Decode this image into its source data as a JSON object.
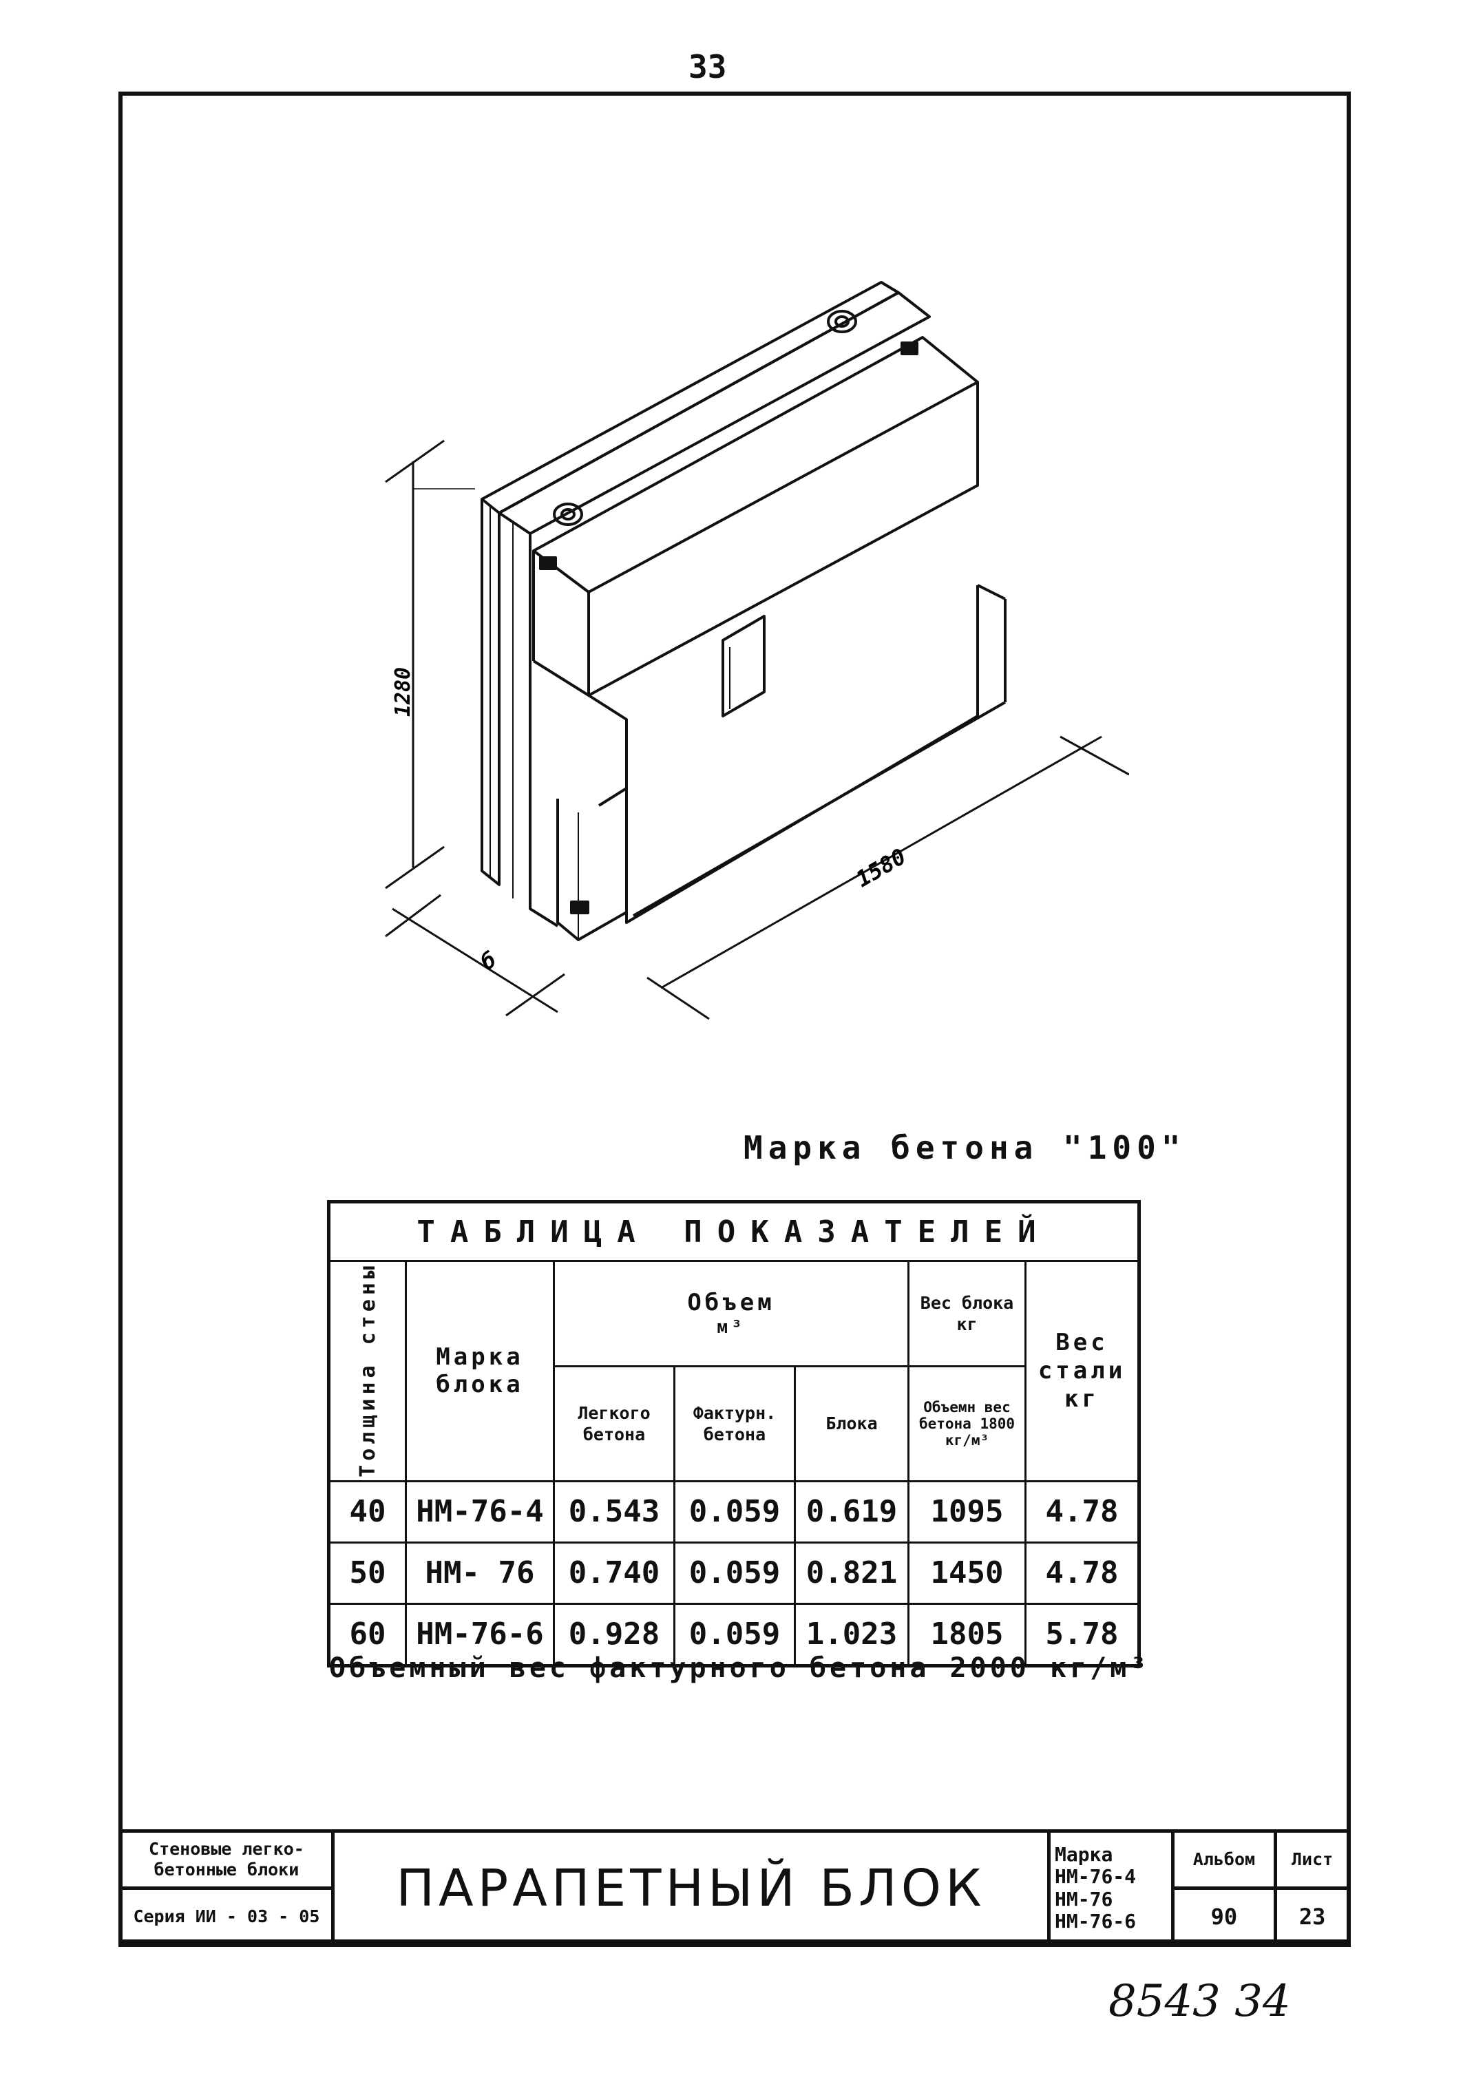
{
  "page_number": "33",
  "drawing": {
    "dim_height": "1280",
    "dim_length": "1580",
    "dim_thickness": "б"
  },
  "concrete_grade": "Марка бетона \"100\"",
  "table": {
    "title": "ТАБЛИЦА ПОКАЗАТЕЛЕЙ",
    "col_thickness": "Толщина стены",
    "col_mark": "Марка блока",
    "col_volume": "Объем",
    "col_volume_unit": "м³",
    "col_volume_light": "Легкого бетона",
    "col_volume_facing": "Фактурн. бетона",
    "col_volume_block": "Блока",
    "col_weight": "Вес блока кг",
    "col_weight_note": "Объемн вес бетона 1800 кг/м³",
    "col_steel": "Вес стали кг",
    "rows": [
      {
        "thickness": "40",
        "mark": "НМ-76-4",
        "light": "0.543",
        "facing": "0.059",
        "block": "0.619",
        "weight": "1095",
        "steel": "4.78"
      },
      {
        "thickness": "50",
        "mark": "НМ- 76",
        "light": "0.740",
        "facing": "0.059",
        "block": "0.821",
        "weight": "1450",
        "steel": "4.78"
      },
      {
        "thickness": "60",
        "mark": "НМ-76-6",
        "light": "0.928",
        "facing": "0.059",
        "block": "1.023",
        "weight": "1805",
        "steel": "5.78"
      }
    ]
  },
  "footnote": "Объемный вес фактурного бетона 2000 кг/м³",
  "stamp": {
    "left_top": "Стеновые легко-бетонные блоки",
    "left_bottom": "Серия ИИ - 03 - 05",
    "title": "ПАРАПЕТНЫЙ БЛОК",
    "mark_label": "Марка",
    "marks": [
      "НМ-76-4",
      "НМ-76",
      "НМ-76-6"
    ],
    "album_label": "Альбом",
    "album_value": "90",
    "sheet_label": "Лист",
    "sheet_value": "23"
  },
  "handwritten": "8543 34"
}
